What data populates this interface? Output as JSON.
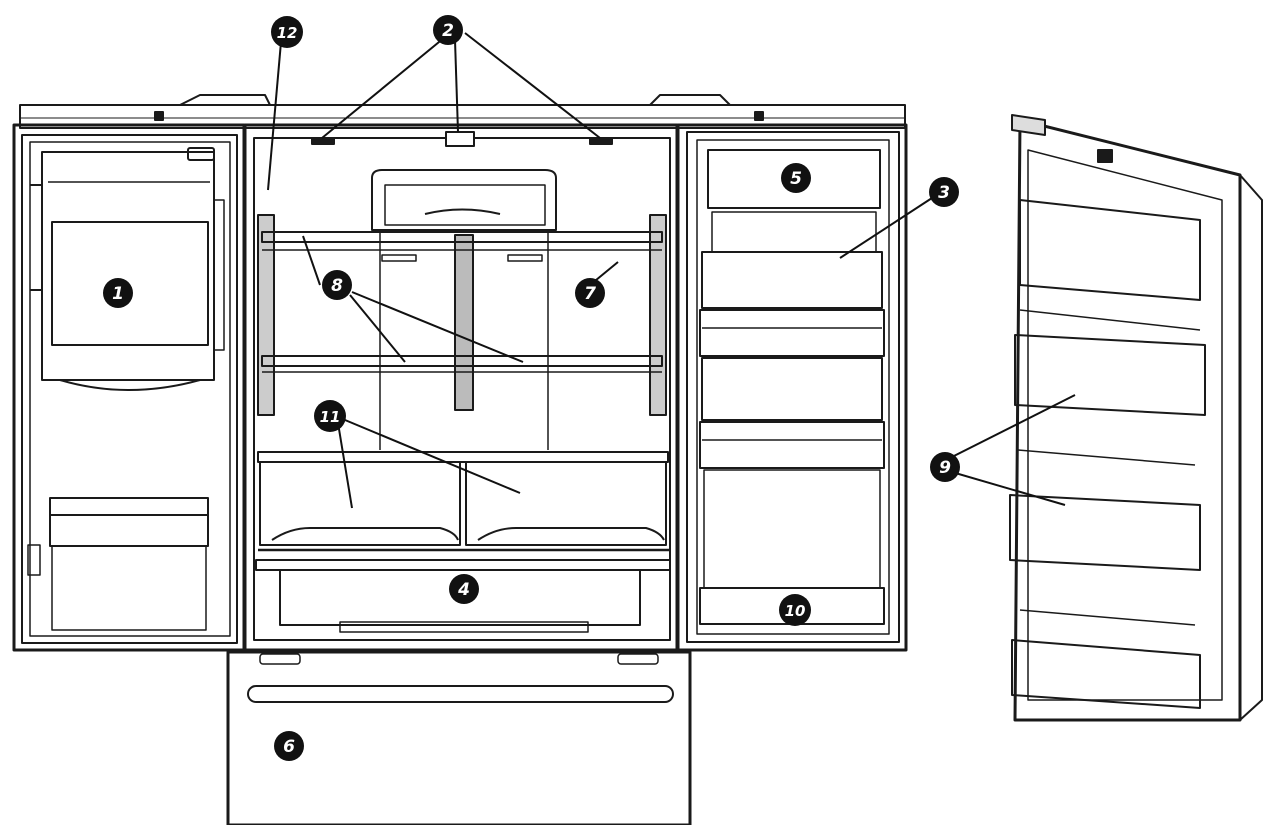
{
  "diagram": {
    "callouts": [
      {
        "id": "c1",
        "text": "1"
      },
      {
        "id": "c2",
        "text": "2"
      },
      {
        "id": "c3",
        "text": "3"
      },
      {
        "id": "c4",
        "text": "4"
      },
      {
        "id": "c5",
        "text": "5"
      },
      {
        "id": "c6",
        "text": "6"
      },
      {
        "id": "c7",
        "text": "7"
      },
      {
        "id": "c8",
        "text": "8"
      },
      {
        "id": "c9",
        "text": "9"
      },
      {
        "id": "c10",
        "text": "10"
      },
      {
        "id": "c11",
        "text": "11"
      },
      {
        "id": "c12",
        "text": "12"
      }
    ],
    "colors": {
      "line": "#1a1a1a",
      "callout_fill": "#111111",
      "callout_text": "#ffffff",
      "background": "#ffffff"
    }
  }
}
